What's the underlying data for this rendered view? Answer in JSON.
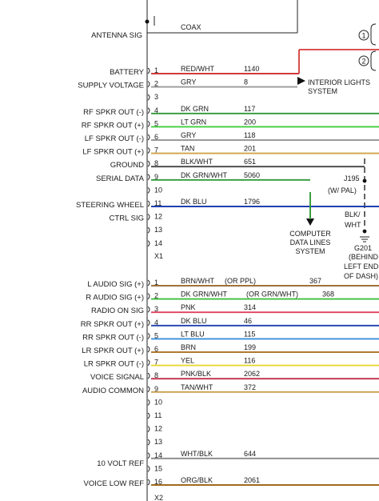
{
  "antenna": {
    "label": "ANTENNA SIG",
    "wire": "COAX"
  },
  "connector_refs": {
    "x1": "X1",
    "x2": "X2"
  },
  "connector_x1": {
    "pins": [
      {
        "pin": "1",
        "color": "RED/WHT",
        "circuit": "1140",
        "hex": "#d43a3a"
      },
      {
        "pin": "2",
        "color": "GRY",
        "circuit": "8",
        "hex": "#9a9a9a"
      },
      {
        "pin": "3",
        "color": "",
        "circuit": "",
        "hex": ""
      },
      {
        "pin": "4",
        "color": "DK GRN",
        "circuit": "117",
        "hex": "#2f9a36"
      },
      {
        "pin": "5",
        "color": "LT GRN",
        "circuit": "200",
        "hex": "#3fcf3c"
      },
      {
        "pin": "6",
        "color": "GRY",
        "circuit": "118",
        "hex": "#9a9a9a"
      },
      {
        "pin": "7",
        "color": "TAN",
        "circuit": "201",
        "hex": "#d1a24a"
      },
      {
        "pin": "8",
        "color": "BLK/WHT",
        "circuit": "651",
        "hex": "#444444"
      },
      {
        "pin": "9",
        "color": "DK GRN/WHT",
        "circuit": "5060",
        "hex": "#2f9a36"
      },
      {
        "pin": "10",
        "color": "",
        "circuit": "",
        "hex": ""
      },
      {
        "pin": "11",
        "color": "DK BLU",
        "circuit": "1796",
        "hex": "#1f3fb0"
      },
      {
        "pin": "12",
        "color": "",
        "circuit": "",
        "hex": ""
      },
      {
        "pin": "13",
        "color": "",
        "circuit": "",
        "hex": ""
      },
      {
        "pin": "14",
        "color": "",
        "circuit": "",
        "hex": ""
      }
    ],
    "labels": [
      {
        "text": "BATTERY",
        "pin": 1
      },
      {
        "text": "SUPPLY VOLTAGE",
        "pin": 2
      },
      {
        "text": "RF SPKR OUT (-)",
        "pin": 4
      },
      {
        "text": "RF SPKR OUT (+)",
        "pin": 5
      },
      {
        "text": "LF SPKR OUT (-)",
        "pin": 6
      },
      {
        "text": "LF SPKR OUT (+)",
        "pin": 7
      },
      {
        "text": "GROUND",
        "pin": 8
      },
      {
        "text": "SERIAL DATA",
        "pin": 9
      },
      {
        "text": "STEERING WHEEL",
        "pin": 11
      },
      {
        "text": "CTRL SIG",
        "pin": 12
      }
    ]
  },
  "connector_x2": {
    "pins": [
      {
        "pin": "1",
        "color": "BRN/WHT",
        "alt": "(OR PPL)",
        "circuit": "367",
        "hex": "#a0703a"
      },
      {
        "pin": "2",
        "color": "DK GRN/WHT",
        "alt": "(OR GRN/WHT)",
        "circuit": "368",
        "hex": "#3fbf3f"
      },
      {
        "pin": "3",
        "color": "PNK",
        "alt": "",
        "circuit": "314",
        "hex": "#e04060"
      },
      {
        "pin": "4",
        "color": "DK BLU",
        "alt": "",
        "circuit": "46",
        "hex": "#1f3fb0"
      },
      {
        "pin": "5",
        "color": "LT BLU",
        "alt": "",
        "circuit": "115",
        "hex": "#3a8fd8"
      },
      {
        "pin": "6",
        "color": "BRN",
        "alt": "",
        "circuit": "199",
        "hex": "#b07a30"
      },
      {
        "pin": "7",
        "color": "YEL",
        "alt": "",
        "circuit": "116",
        "hex": "#e8d830"
      },
      {
        "pin": "8",
        "color": "PNK/BLK",
        "alt": "",
        "circuit": "2062",
        "hex": "#c0304a"
      },
      {
        "pin": "9",
        "color": "TAN/WHT",
        "alt": "",
        "circuit": "372",
        "hex": "#c9a050"
      },
      {
        "pin": "10",
        "color": "",
        "alt": "",
        "circuit": "",
        "hex": ""
      },
      {
        "pin": "11",
        "color": "",
        "alt": "",
        "circuit": "",
        "hex": ""
      },
      {
        "pin": "12",
        "color": "",
        "alt": "",
        "circuit": "",
        "hex": ""
      },
      {
        "pin": "13",
        "color": "",
        "alt": "",
        "circuit": "",
        "hex": ""
      },
      {
        "pin": "14",
        "color": "WHT/BLK",
        "alt": "",
        "circuit": "644",
        "hex": "#8a8a8a"
      },
      {
        "pin": "15",
        "color": "",
        "alt": "",
        "circuit": "",
        "hex": ""
      },
      {
        "pin": "16",
        "color": "ORG/BLK",
        "alt": "",
        "circuit": "2061",
        "hex": "#a06a20"
      }
    ],
    "labels": [
      {
        "text": "L AUDIO SIG (+)",
        "pin": 1
      },
      {
        "text": "R AUDIO SIG (+)",
        "pin": 2
      },
      {
        "text": "RADIO ON SIG",
        "pin": 3
      },
      {
        "text": "RR SPKR OUT (+)",
        "pin": 4
      },
      {
        "text": "RR SPKR OUT (-)",
        "pin": 5
      },
      {
        "text": "LR SPKR OUT (+)",
        "pin": 6
      },
      {
        "text": "LR SPKR OUT (-)",
        "pin": 7
      },
      {
        "text": "VOICE SIGNAL",
        "pin": 8
      },
      {
        "text": "AUDIO COMMON",
        "pin": 9
      },
      {
        "text": "10 VOLT REF",
        "pin": 14.5
      },
      {
        "text": "VOICE LOW REF",
        "pin": 16
      }
    ]
  },
  "callouts": {
    "circle1": "1",
    "circle2": "2",
    "interior_lights": [
      "INTERIOR LIGHTS",
      "SYSTEM"
    ],
    "computer_data": [
      "COMPUTER",
      "DATA LINES",
      "SYSTEM"
    ],
    "j195": [
      "J195",
      "(W/ PAL)"
    ],
    "blk_wht": [
      "BLK/",
      "WHT"
    ],
    "g201": [
      "G201",
      "(BEHIND",
      "LEFT END",
      "OF DASH)"
    ]
  }
}
